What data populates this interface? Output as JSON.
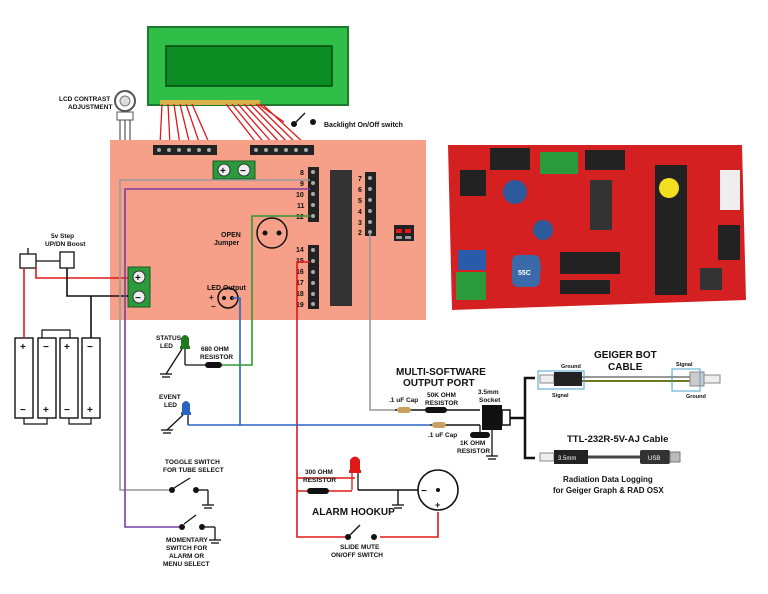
{
  "labels": {
    "lcd_contrast_1": "LCD CONTRAST",
    "lcd_contrast_2": "ADJUSTMENT",
    "backlight": "Backlight On/Off switch",
    "boost_1": "5v Step",
    "boost_2": "UP/DN Boost",
    "open_1": "OPEN",
    "open_2": "Jumper",
    "led_output": "LED Output",
    "status_1": "STATUS",
    "status_2": "LED",
    "res680_1": "680 OHM",
    "res680_2": "RESISTOR",
    "event_1": "EVENT",
    "event_2": "LED",
    "toggle_1": "TOGGLE SWITCH",
    "toggle_2": "FOR TUBE SELECT",
    "momentary_1": "MOMENTARY",
    "momentary_2": "SWITCH FOR",
    "momentary_3": "ALARM OR",
    "momentary_4": "MENU SELECT",
    "res300_1": "300 OHM",
    "res300_2": "RESISTOR",
    "alarm": "ALARM  HOOKUP",
    "mute_1": "SLIDE MUTE",
    "mute_2": "ON/OFF SWITCH",
    "msw_1": "MULTI-SOFTWARE",
    "msw_2": "OUTPUT PORT",
    "cap1": ".1 uF Cap",
    "cap2": ".1 uF Cap",
    "res50k_1": "50K OHM",
    "res50k_2": "RESISTOR",
    "res1k_1": "1K OHM",
    "res1k_2": "RESISTOR",
    "socket_1": "3.5mm",
    "socket_2": "Socket",
    "gb_cable_1": "GEIGER BOT",
    "gb_cable_2": "CABLE",
    "ground_a": "Ground",
    "signal_a": "Signal",
    "signal_b": "Signal",
    "ground_b": "Ground",
    "ttl_cable": "TTL-232R-5V-AJ Cable",
    "plug_35": "3.5mm",
    "usb": "USB",
    "radlog_1": "Radiation Data Logging",
    "radlog_2": "for Geiger Graph & RAD OSX",
    "pin_7": "7",
    "pin_6": "6",
    "pin_5": "5",
    "pin_4": "4",
    "pin_3": "3",
    "pin_2": "2",
    "pin_8": "8",
    "pin_9": "9",
    "pin_10": "10",
    "pin_11": "11",
    "pin_12": "12",
    "pin_14": "14",
    "pin_15": "15",
    "pin_16": "16",
    "pin_17": "17",
    "pin_18": "18",
    "pin_19": "19",
    "plus": "+",
    "minus": "−",
    "led_plus": "+",
    "led_minus": "−",
    "bat_minus": "−",
    "bat_plus": "+",
    "bat_plus2": "+",
    "bat_minus2": "−",
    "bz_minus": "−",
    "bz_plus": "+",
    "pcb_chip": "55C"
  },
  "colors": {
    "board": "#f6a08a",
    "lcd_frame": "#33c04a",
    "lcd_screen": "#0c8a22",
    "wire_red": "#e01818",
    "wire_purple": "#7a3fa0",
    "wire_blue": "#2a62c0",
    "wire_green": "#2f9a2f",
    "wire_gray": "#999999",
    "pcb": "#d42020"
  }
}
